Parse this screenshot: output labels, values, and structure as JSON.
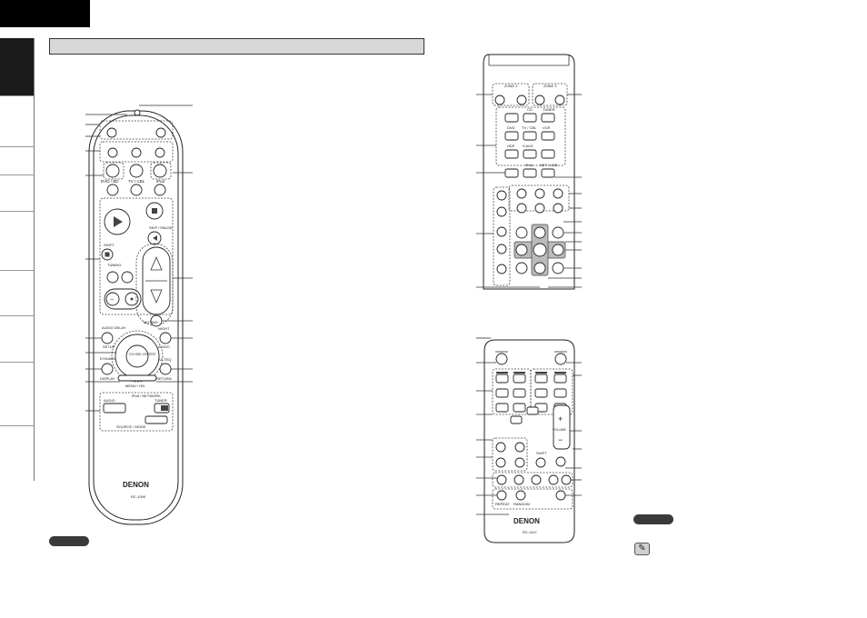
{
  "brand": "DENON",
  "remotes": {
    "main": {
      "model": "RC-1099"
    },
    "small": {
      "model": "RC-1107"
    }
  },
  "main_remote": {
    "input_labels": [
      "DVD / BD",
      "TV / CBL",
      "iPod"
    ],
    "button_labels": {
      "play": "►",
      "stop": "■",
      "skip": "SKIP / PAUSE",
      "shift": "SHIFT",
      "tuning": "TUNING",
      "audio_delay": "AUDIO DELAY",
      "setup": "SETUP",
      "night": "NIGHT",
      "audio": "AUDIO",
      "dynamic": "DYNAMIC EQ",
      "display": "DISPLAY",
      "multeq": "MULTEQ",
      "return": "RETURN",
      "channel_enter": "CH.SEL ENTER",
      "menu": "MENU / ON",
      "mute": "MUTING",
      "audio_sel": "AUDIO",
      "source": "SOURCE / MODE",
      "ipod_network": "iPod / NETWORK",
      "tuner": "TUNER"
    }
  },
  "remote_b": {
    "labels": [
      "ZONE 2",
      "ZONE 3",
      "DVD",
      "TV / CBL",
      "VCR",
      "HDP",
      "V.AUX",
      "CD",
      "TUNER",
      "iPod",
      "NET / USB"
    ]
  },
  "remote_c": {
    "labels": [
      "+",
      "−",
      "VOLUME",
      "REPEAT",
      "RANDOM",
      "SHIFT"
    ]
  },
  "colors": {
    "black": "#000000",
    "gray_bar": "#d8d8d8",
    "badge": "#3a3a3a"
  }
}
